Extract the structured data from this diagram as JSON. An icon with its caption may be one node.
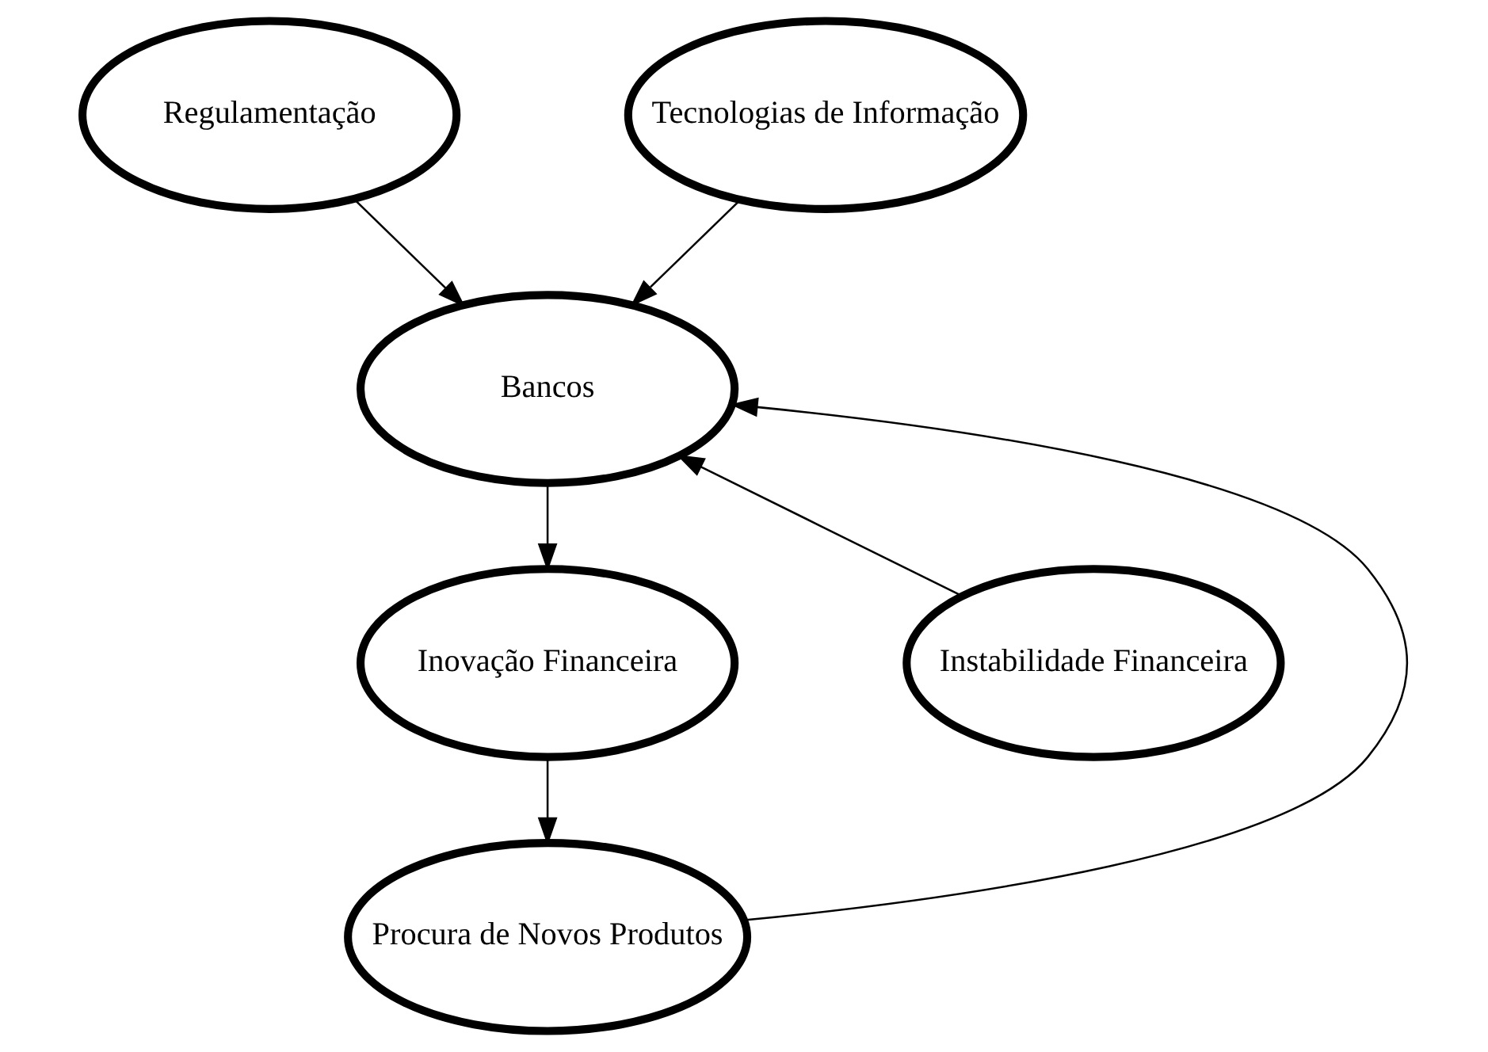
{
  "diagram": {
    "nodes": [
      {
        "text": [
          "Regulamentação"
        ]
      },
      {
        "text": [
          "Tecnologias de Informação"
        ]
      },
      {
        "text": [
          "Bancos"
        ]
      },
      {
        "text": [
          "Instabilidade Financeira"
        ]
      },
      {
        "text": [
          "Inovação Financeira"
        ]
      },
      {
        "text": [
          "Procura de Novos Produtos"
        ]
      }
    ],
    "edges": [
      {
        "from": 0,
        "to": 2,
        "arrow": "to"
      },
      {
        "from": 1,
        "to": 2,
        "arrow": "to"
      },
      {
        "from": 3,
        "to": 2,
        "arrow": "to"
      },
      {
        "from": 2,
        "to": 4,
        "arrow": "to"
      },
      {
        "from": 4,
        "to": 5,
        "arrow": "to"
      },
      {
        "from": 5,
        "to": 2,
        "arrow": "to"
      }
    ]
  }
}
